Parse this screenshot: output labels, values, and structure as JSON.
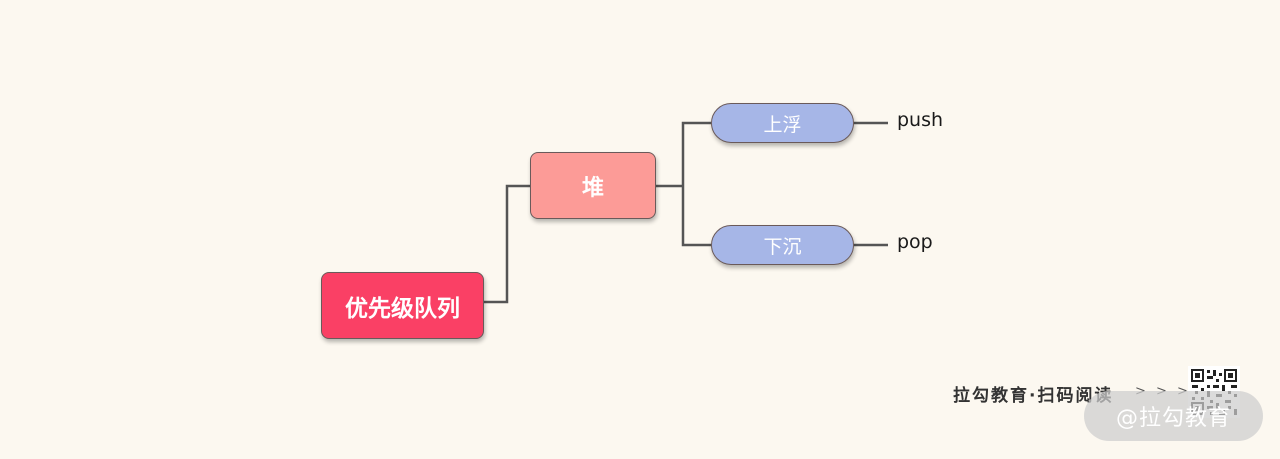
{
  "mindmap": {
    "root": {
      "label": "优先级队列"
    },
    "child": {
      "label": "堆"
    },
    "branches": [
      {
        "label": "上浮",
        "leaf": "push"
      },
      {
        "label": "下沉",
        "leaf": "pop"
      }
    ]
  },
  "footer": {
    "brand_text": "拉勾教育·扫码阅读",
    "arrows": "> > >",
    "watermark": "@拉勾教育"
  },
  "colors": {
    "background": "#fcf8f0",
    "root": "#fa4065",
    "child": "#fc9b97",
    "branch": "#a6b6e7",
    "connector": "#555555"
  },
  "icons": {
    "qr": "qr-code-icon"
  }
}
